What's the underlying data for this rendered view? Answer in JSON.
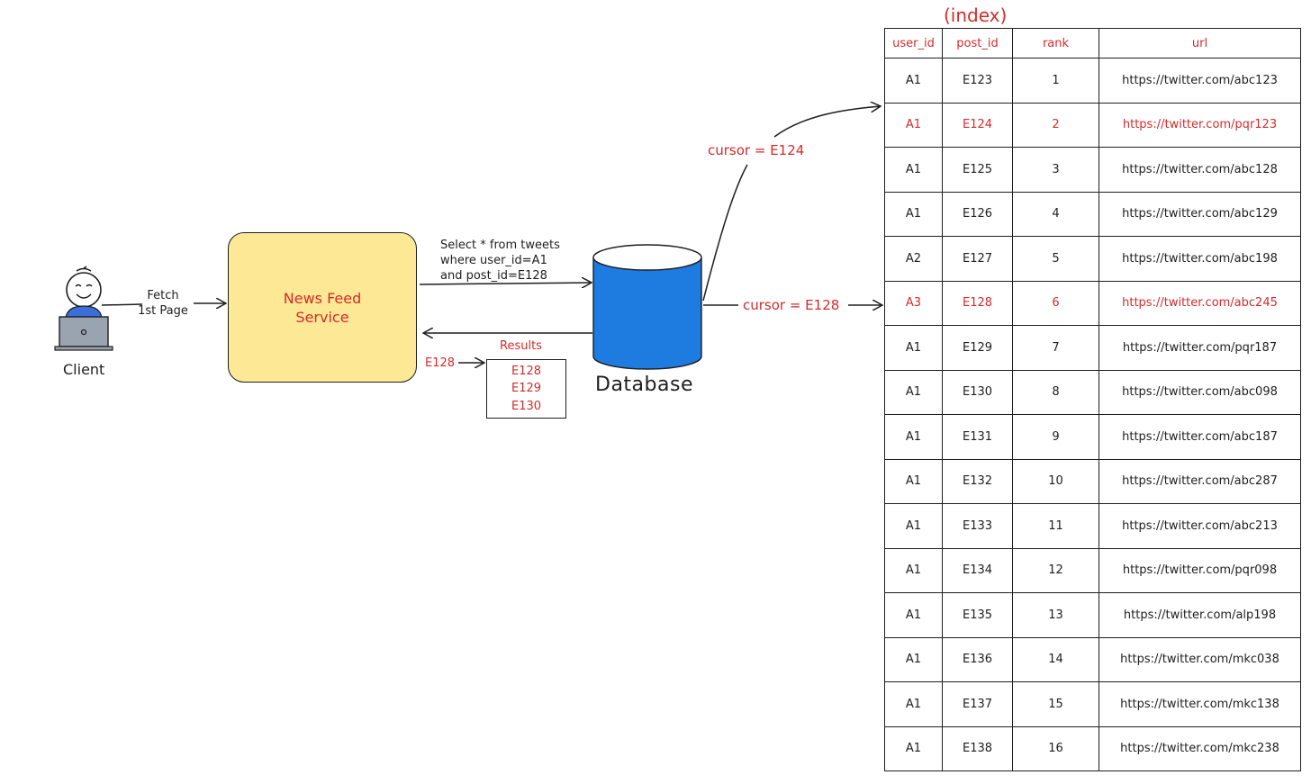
{
  "client": {
    "label": "Client"
  },
  "fetch_label": [
    "Fetch",
    "1st Page"
  ],
  "service": {
    "label_line1": "News Feed",
    "label_line2": "Service"
  },
  "query": {
    "text": "Select * from tweets\nwhere user_id=A1\nand post_id=E128"
  },
  "results": {
    "title": "Results",
    "cursor_label": "E128",
    "items": [
      "E128",
      "E129",
      "E130"
    ]
  },
  "database": {
    "label": "Database"
  },
  "cursor_top": "cursor = E124",
  "cursor_mid": "cursor = E128",
  "index_title": "(index)",
  "table": {
    "columns": [
      "user_id",
      "post_id",
      "rank",
      "url"
    ],
    "rows": [
      {
        "user_id": "A1",
        "post_id": "E123",
        "rank": "1",
        "url": "https://twitter.com/abc123",
        "highlight": false
      },
      {
        "user_id": "A1",
        "post_id": "E124",
        "rank": "2",
        "url": "https://twitter.com/pqr123",
        "highlight": true
      },
      {
        "user_id": "A1",
        "post_id": "E125",
        "rank": "3",
        "url": "https://twitter.com/abc128",
        "highlight": false
      },
      {
        "user_id": "A1",
        "post_id": "E126",
        "rank": "4",
        "url": "https://twitter.com/abc129",
        "highlight": false
      },
      {
        "user_id": "A2",
        "post_id": "E127",
        "rank": "5",
        "url": "https://twitter.com/abc198",
        "highlight": false
      },
      {
        "user_id": "A3",
        "post_id": "E128",
        "rank": "6",
        "url": "https://twitter.com/abc245",
        "highlight": true
      },
      {
        "user_id": "A1",
        "post_id": "E129",
        "rank": "7",
        "url": "https://twitter.com/pqr187",
        "highlight": false
      },
      {
        "user_id": "A1",
        "post_id": "E130",
        "rank": "8",
        "url": "https://twitter.com/abc098",
        "highlight": false
      },
      {
        "user_id": "A1",
        "post_id": "E131",
        "rank": "9",
        "url": "https://twitter.com/abc187",
        "highlight": false
      },
      {
        "user_id": "A1",
        "post_id": "E132",
        "rank": "10",
        "url": "https://twitter.com/abc287",
        "highlight": false
      },
      {
        "user_id": "A1",
        "post_id": "E133",
        "rank": "11",
        "url": "https://twitter.com/abc213",
        "highlight": false
      },
      {
        "user_id": "A1",
        "post_id": "E134",
        "rank": "12",
        "url": "https://twitter.com/pqr098",
        "highlight": false
      },
      {
        "user_id": "A1",
        "post_id": "E135",
        "rank": "13",
        "url": "https://twitter.com/alp198",
        "highlight": false
      },
      {
        "user_id": "A1",
        "post_id": "E136",
        "rank": "14",
        "url": "https://twitter.com/mkc038",
        "highlight": false
      },
      {
        "user_id": "A1",
        "post_id": "E137",
        "rank": "15",
        "url": "https://twitter.com/mkc138",
        "highlight": false
      },
      {
        "user_id": "A1",
        "post_id": "E138",
        "rank": "16",
        "url": "https://twitter.com/mkc238",
        "highlight": false
      }
    ]
  },
  "colors": {
    "accent_red": "#d42b2b",
    "service_fill": "#fde895",
    "database_fill": "#1e7be0",
    "client_shirt": "#3b6fd8",
    "laptop": "#9aa4b1"
  }
}
